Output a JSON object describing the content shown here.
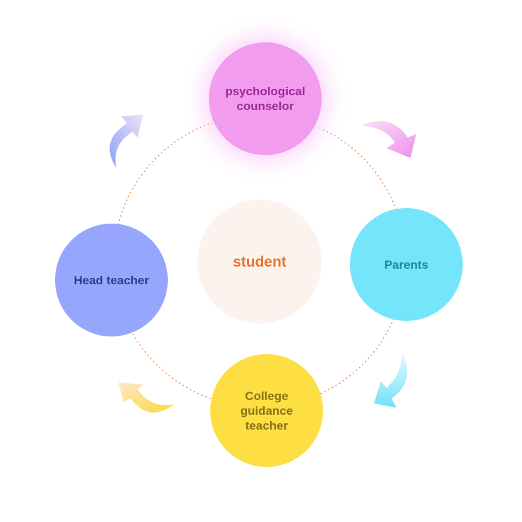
{
  "center": {
    "label": "student",
    "color": "#e8742a",
    "fill": "#fdf3ee"
  },
  "nodes": {
    "top": {
      "label": "psychological\ncounselor",
      "color": "#9a2a93",
      "fill": "#f29cf0"
    },
    "right": {
      "label": "Parents",
      "color": "#1f8a9e",
      "fill": "#74e5fb"
    },
    "bottom": {
      "label": "College\nguidance\nteacher",
      "color": "#8a7313",
      "fill": "#fddf44"
    },
    "left": {
      "label": "Head teacher",
      "color": "#2b3e8f",
      "fill": "#95a6fc"
    }
  }
}
